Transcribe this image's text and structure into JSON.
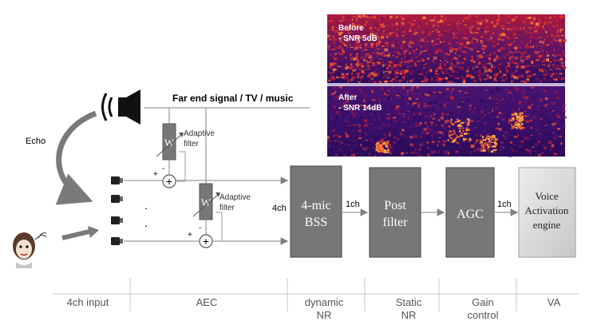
{
  "top_signal_label": "Far end signal / TV / music",
  "echo_label": "Echo",
  "spectrogram": {
    "before_title": "Before",
    "before_snr": "- SNR 5dB",
    "after_title": "After",
    "after_snr": "- SNR 14dB"
  },
  "adaptive_filters": [
    {
      "symbol": "W",
      "label_line1": "Adaptive",
      "label_line2": "filter",
      "sum_symbol": "+",
      "plus": "+",
      "minus": "-"
    },
    {
      "symbol": "W",
      "label_line1": "Adaptive",
      "label_line2": "filter",
      "sum_symbol": "+",
      "plus": "+",
      "minus": "-"
    }
  ],
  "mic_dots": [
    ".",
    "."
  ],
  "blocks": {
    "bss": {
      "line1": "4-mic",
      "line2": "BSS"
    },
    "post": {
      "line1": "Post",
      "line2": "filter"
    },
    "agc": {
      "line1": "AGC"
    },
    "va": {
      "line1": "Voice",
      "line2": "Activation",
      "line3": "engine"
    }
  },
  "channel_labels": {
    "to_bss": "4ch",
    "bss_to_post": "1ch",
    "agc_to_va": "1ch"
  },
  "stages": [
    {
      "line1": "4ch input",
      "line2": ""
    },
    {
      "line1": "AEC",
      "line2": ""
    },
    {
      "line1": "dynamic",
      "line2": "NR"
    },
    {
      "line1": "Static",
      "line2": "NR"
    },
    {
      "line1": "Gain",
      "line2": "control"
    },
    {
      "line1": "VA",
      "line2": ""
    }
  ],
  "colors": {
    "block": "#777777",
    "block_border": "#555555",
    "va_block": "#d9d9d9",
    "line": "#808080",
    "spectro_bg": "#3a0f6b",
    "spectro_hot": "#e8322a"
  }
}
